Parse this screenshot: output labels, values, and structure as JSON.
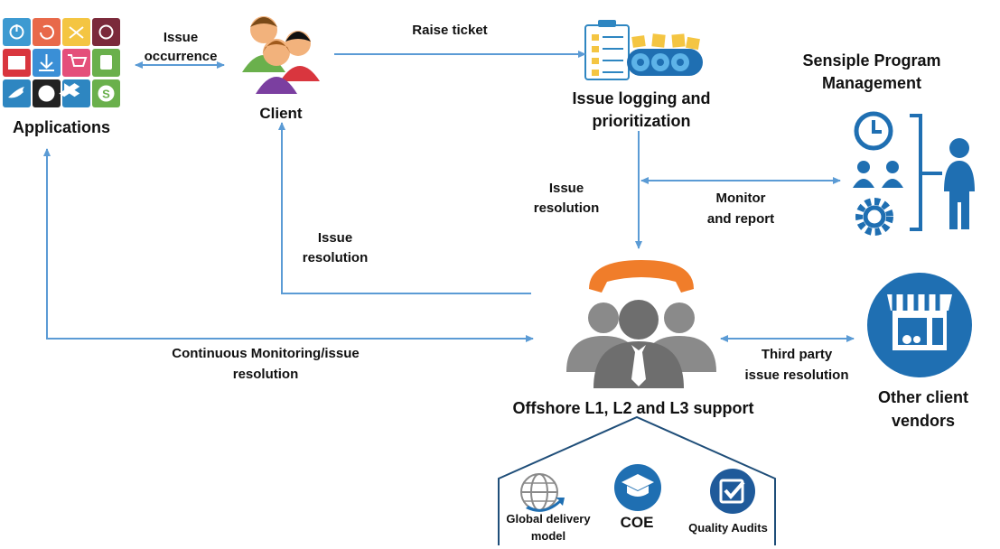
{
  "nodes": {
    "applications": "Applications",
    "client": "Client",
    "issue_logging": [
      "Issue logging and",
      "prioritization"
    ],
    "program_management": [
      "Sensiple Program",
      "Management"
    ],
    "offshore_support": "Offshore L1, L2 and L3 support",
    "other_vendors": [
      "Other client",
      "vendors"
    ]
  },
  "edges": {
    "issue_occurrence": [
      "Issue",
      "occurrence"
    ],
    "raise_ticket": "Raise ticket",
    "issue_resolution_center": [
      "Issue",
      "resolution"
    ],
    "monitor_report": [
      "Monitor",
      "and report"
    ],
    "issue_resolution_left": [
      "Issue",
      "resolution"
    ],
    "continuous_monitoring": [
      "Continuous Monitoring/issue",
      "resolution"
    ],
    "third_party": [
      "Third party",
      "issue resolution"
    ]
  },
  "foundation": {
    "global_delivery": [
      "Global delivery",
      "model"
    ],
    "coe": "COE",
    "quality_audits": "Quality Audits"
  },
  "colors": {
    "arrow": "#5b9bd5",
    "icon_blue": "#1f6fb2",
    "icon_gray": "#808080",
    "phone_orange": "#f07d2a",
    "tiles": [
      "#2e86c1",
      "#e8694a",
      "#f4c542",
      "#7b2a3b",
      "#d9363e",
      "#3a8fd6",
      "#e44f7a",
      "#6ab04c",
      "#2e86c1",
      "#222222",
      "#2e86c1",
      "#6ab04c"
    ]
  },
  "icons": [
    "app-tiles-icon",
    "client-group-icon",
    "checklist-conveyor-icon",
    "management-org-icon",
    "support-team-phone-icon",
    "store-vendor-icon",
    "globe-arrow-icon",
    "graduation-cap-icon",
    "checkbox-audit-icon"
  ]
}
